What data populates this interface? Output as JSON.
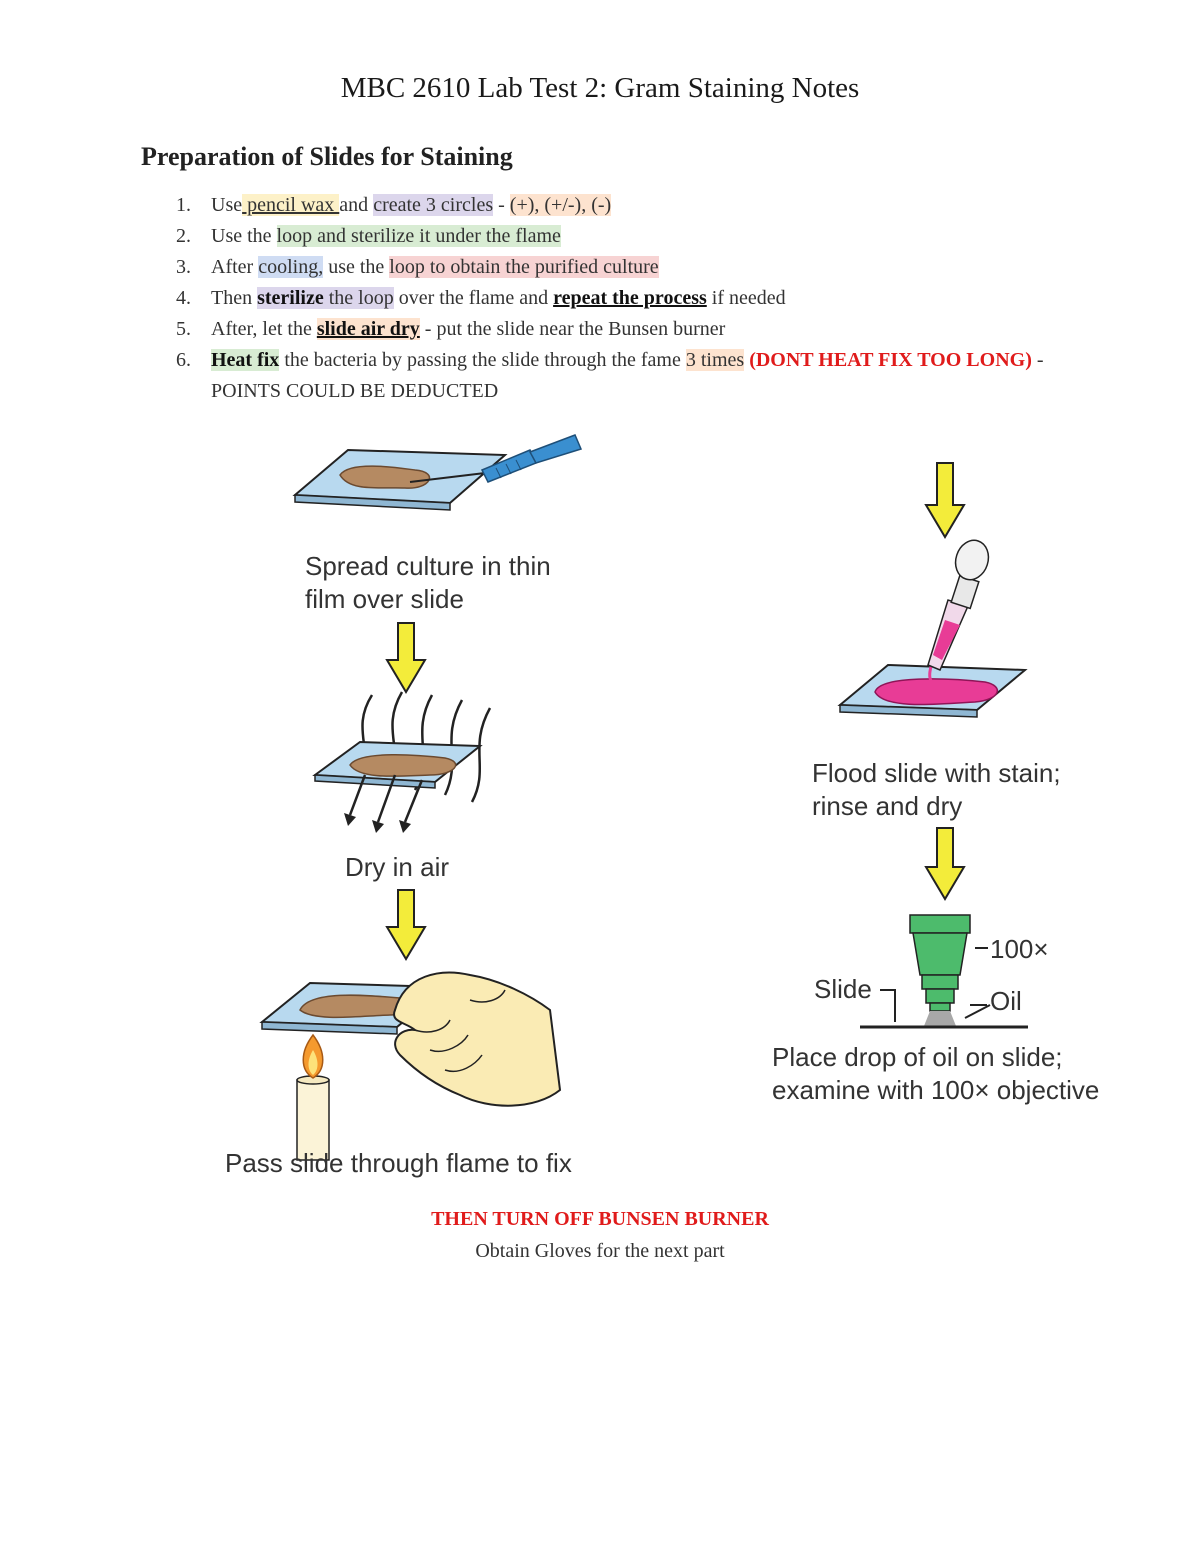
{
  "doc": {
    "title": "MBC 2610 Lab Test 2: Gram Staining Notes",
    "heading": "Preparation of Slides for Staining"
  },
  "steps": [
    {
      "num": "1.",
      "a": "Use",
      "b": " pencil wax ",
      "c": "and ",
      "d": "create 3 circles",
      "e": " - ",
      "f": "(+),  (+/-), (-)"
    },
    {
      "num": "2.",
      "a": "Use the ",
      "b": "loop and sterilize it under the flame"
    },
    {
      "num": "3.",
      "a": "After ",
      "b": "cooling,",
      "c": " use the ",
      "d": "loop to obtain the purified culture"
    },
    {
      "num": "4.",
      "a": "Then ",
      "b": "sterilize",
      "c": " the loop",
      "d": " over the flame and ",
      "e": "repeat the process",
      "f": " if needed"
    },
    {
      "num": "5.",
      "a": "After, let the ",
      "b": "slide air dry",
      "c": " - put the slide near the Bunsen burner"
    },
    {
      "num": "6.",
      "a": "Heat fix",
      "b": " the bacteria by passing the slide through the fame ",
      "c": "3 times",
      "d": " (DONT HEAT FIX TOO LONG)",
      "e": " - POINTS COULD BE DEDUCTED"
    }
  ],
  "figure": {
    "spread_line1": "Spread culture in thin",
    "spread_line2": "film over slide",
    "dry": "Dry in air",
    "pass": "Pass slide through flame to fix",
    "flood_line1": "Flood slide with stain;",
    "flood_line2": "rinse and dry",
    "mag": "100×",
    "slide_label": "Slide",
    "oil_label": "Oil",
    "place_line1": "Place drop of oil on slide;",
    "place_line2": "examine with 100× objective"
  },
  "footer": {
    "warning": "THEN TURN OFF BUNSEN BURNER",
    "note": "Obtain Gloves for the next part"
  },
  "colors": {
    "arrow": "#f3ec3a",
    "slide": "#b8d9ef",
    "culture": "#b58a62",
    "stain": "#e83c96",
    "objective": "#4dbb6c",
    "warning": "#e01b1b"
  }
}
